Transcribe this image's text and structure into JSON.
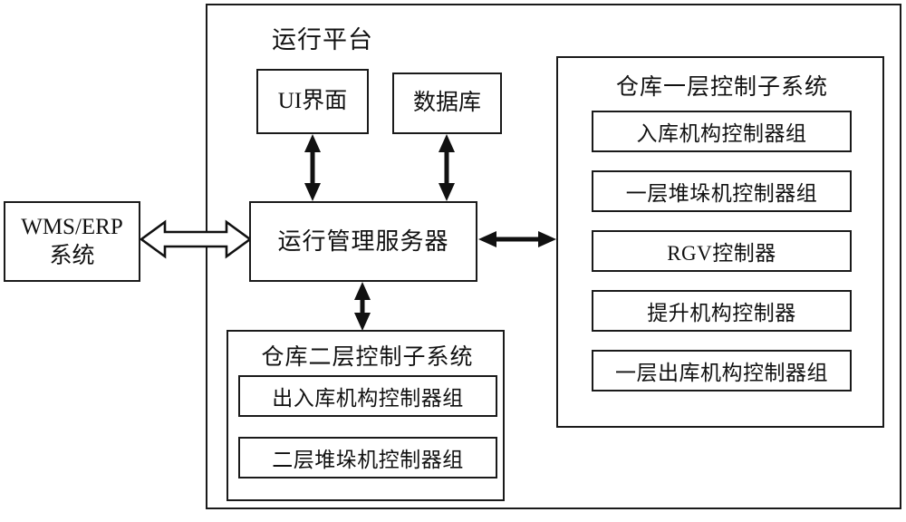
{
  "diagram": {
    "title": "运行平台",
    "external_system": {
      "line1": "WMS/ERP",
      "line2": "系统"
    },
    "platform": {
      "label": "运行平台",
      "ui": "UI界面",
      "database": "数据库",
      "server": "运行管理服务器"
    },
    "subsystem_floor1": {
      "title": "仓库一层控制子系统",
      "items": [
        {
          "label": "入库机构控制器组"
        },
        {
          "label": "一层堆垛机控制器组"
        },
        {
          "label": "RGV控制器"
        },
        {
          "label": "提升机构控制器"
        },
        {
          "label": "一层出库机构控制器组"
        }
      ]
    },
    "subsystem_floor2": {
      "title": "仓库二层控制子系统",
      "items": [
        {
          "label": "出入库机构控制器组"
        },
        {
          "label": "二层堆垛机控制器组"
        }
      ]
    },
    "connectors": [
      {
        "name": "wms-to-server",
        "style": "hollow-block-double-arrow",
        "orientation": "horizontal"
      },
      {
        "name": "ui-to-server",
        "style": "solid-double-arrow",
        "orientation": "vertical"
      },
      {
        "name": "database-to-server",
        "style": "solid-double-arrow",
        "orientation": "vertical"
      },
      {
        "name": "server-to-floor1",
        "style": "solid-double-arrow",
        "orientation": "horizontal"
      },
      {
        "name": "server-to-floor2",
        "style": "solid-double-arrow",
        "orientation": "vertical"
      }
    ],
    "colors": {
      "stroke": "#1a1a1a",
      "background": "#ffffff",
      "text": "#111111"
    }
  }
}
